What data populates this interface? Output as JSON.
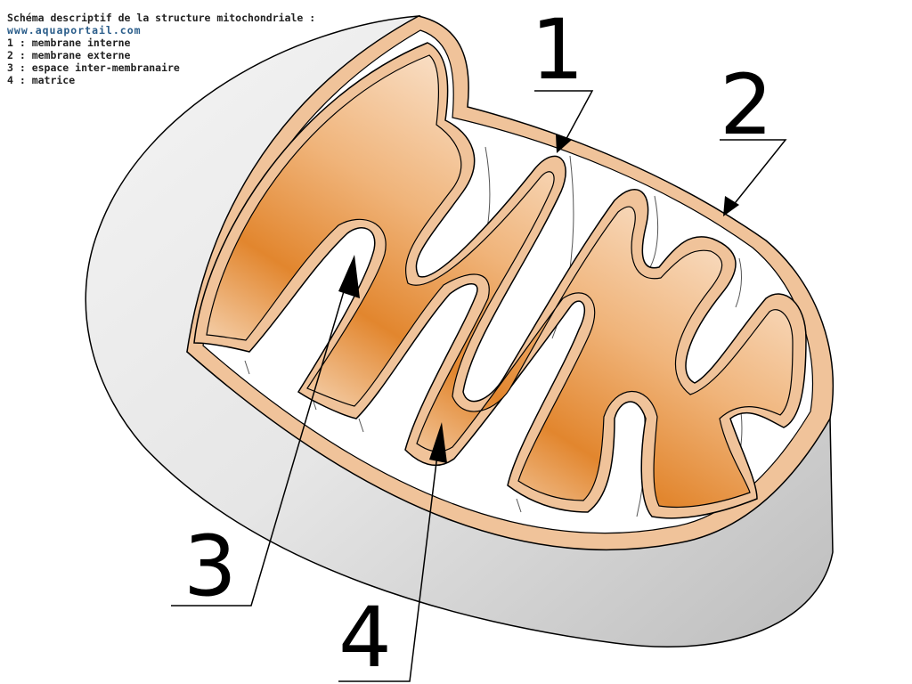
{
  "legend": {
    "title": "Schéma descriptif de la structure mitochondriale :",
    "website": "www.aquaportail.com",
    "items": [
      "1 : membrane interne",
      "2 : membrane externe",
      "3 : espace inter-membranaire",
      "4 : matrice"
    ]
  },
  "callouts": {
    "n1": "1",
    "n2": "2",
    "n3": "3",
    "n4": "4"
  },
  "colors": {
    "outer_shell": "#e3e3e3",
    "membrane": "#f0c39a",
    "matrix_light": "#fbeee0",
    "matrix_dark": "#e0892f",
    "outline": "#000000"
  }
}
